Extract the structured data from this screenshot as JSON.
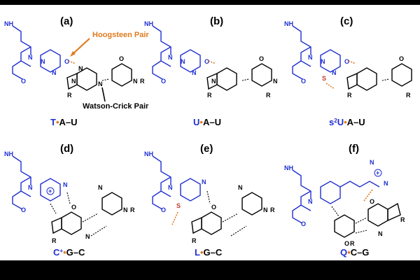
{
  "panels": [
    {
      "id": "a",
      "label": "(a)",
      "caption": {
        "first": "T",
        "dot": "•",
        "rest": "A–U"
      },
      "annotations": [
        "Hoogsteen Pair",
        "Watson-Crick Pair"
      ]
    },
    {
      "id": "b",
      "label": "(b)",
      "caption": {
        "first": "U",
        "dot": "•",
        "rest": "A–U"
      }
    },
    {
      "id": "c",
      "label": "(c)",
      "caption": {
        "first": "s",
        "sup": "2",
        "first2": "U",
        "dot": "•",
        "rest": "A–U"
      }
    },
    {
      "id": "d",
      "label": "(d)",
      "caption": {
        "first": "C",
        "sup": "+",
        "dot": "•",
        "rest": "G–C"
      }
    },
    {
      "id": "e",
      "label": "(e)",
      "caption": {
        "first": "L",
        "dot": "•",
        "rest": "G–C"
      }
    },
    {
      "id": "f",
      "label": "(f)",
      "caption": {
        "first": "Q",
        "dot": "•",
        "rest": "C–G"
      }
    }
  ],
  "atoms": {
    "N": "N",
    "O": "O",
    "H": "H",
    "R": "R",
    "S": "S",
    "NH": "NH",
    "plus": "+"
  },
  "colors": {
    "backbone": "#1f2fd1",
    "hoogsteen": "#e07b1f",
    "sulfur": "#c0392b",
    "dark": "#000000"
  }
}
